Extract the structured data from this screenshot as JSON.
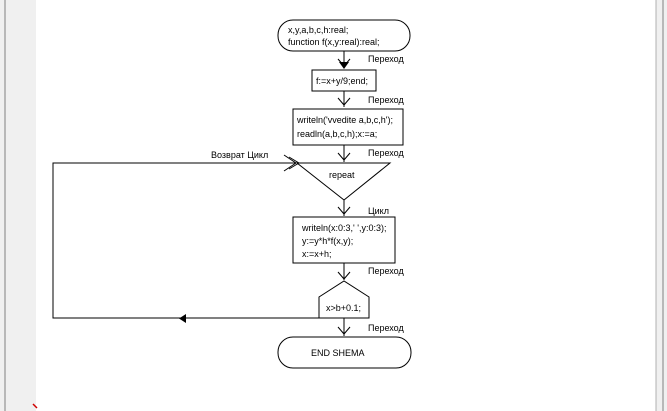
{
  "start_block": {
    "lines": [
      "x,y,a,b,c,h:real;",
      "function f(x,y:real):real;"
    ]
  },
  "func_block": {
    "text": "f:=x+y/9;end;"
  },
  "input_block": {
    "lines": [
      "writeln('vvedite a,b,c,h');",
      "readln(a,b,c,h);x:=a;"
    ]
  },
  "loop_block": {
    "text": "repeat"
  },
  "body_block": {
    "lines": [
      "writeln(x:0:3,'  ',y:0:3);",
      "y:=y*h*f(x,y);",
      "x:=x+h;"
    ]
  },
  "cond_block": {
    "text": "x>b+0.1;"
  },
  "end_block": {
    "text": "END SHEMA"
  },
  "labels": {
    "perehod_1": "Переход",
    "perehod_2": "Переход",
    "perehod_3": "Переход",
    "perehod_4": "Переход",
    "perehod_5": "Переход",
    "cikl": "Цикл",
    "vozvrat": "Возврат Цикл"
  },
  "colors": {
    "background": "#f0f0f0",
    "canvas": "#ffffff",
    "line": "#000000"
  }
}
